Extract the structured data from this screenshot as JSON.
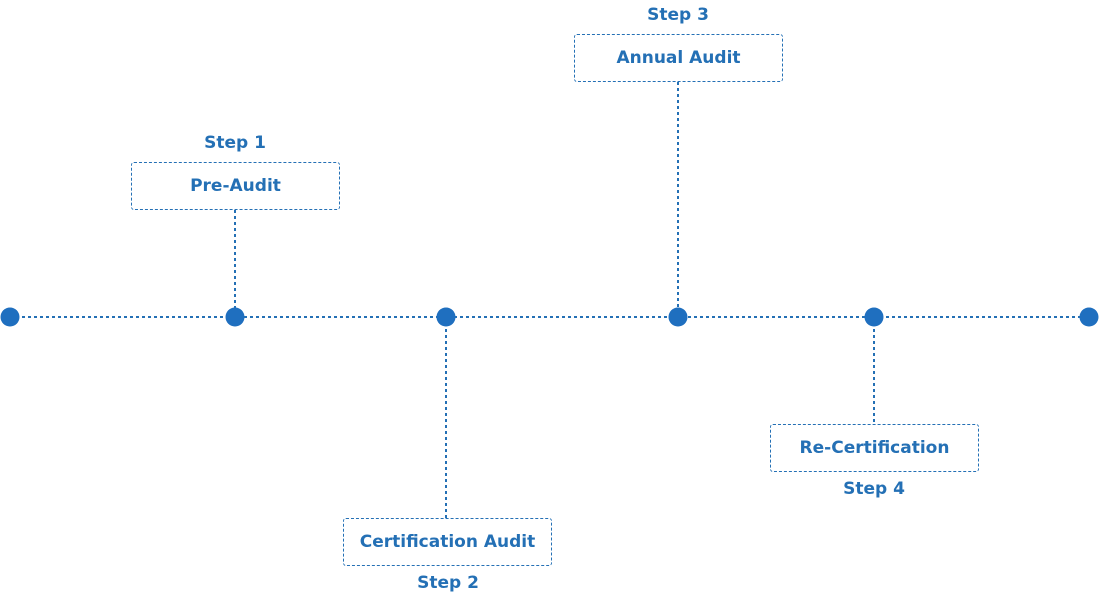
{
  "colors": {
    "accent": "#1f6fbf",
    "line": "#2470b5"
  },
  "steps": [
    {
      "label": "Step 1",
      "title": "Pre-Audit"
    },
    {
      "label": "Step 2",
      "title": "Certification Audit"
    },
    {
      "label": "Step 3",
      "title": "Annual Audit"
    },
    {
      "label": "Step 4",
      "title": "Re-Certification"
    }
  ]
}
